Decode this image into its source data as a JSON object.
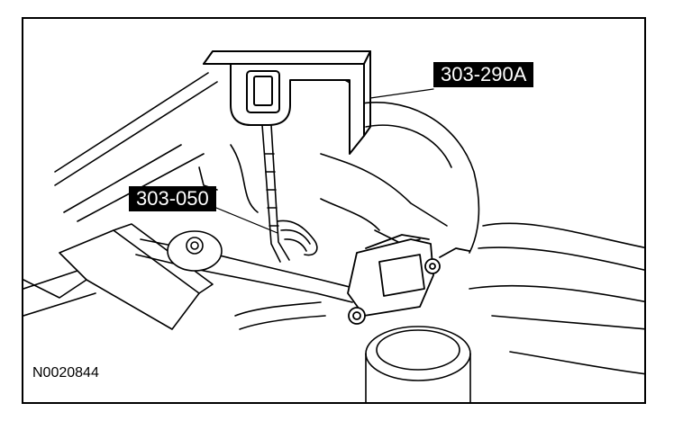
{
  "figure": {
    "figure_number": "N0020844",
    "callouts": {
      "tool_a": "303-290A",
      "tool_b": "303-050"
    },
    "colors": {
      "ink": "#000000",
      "paper": "#ffffff"
    }
  }
}
